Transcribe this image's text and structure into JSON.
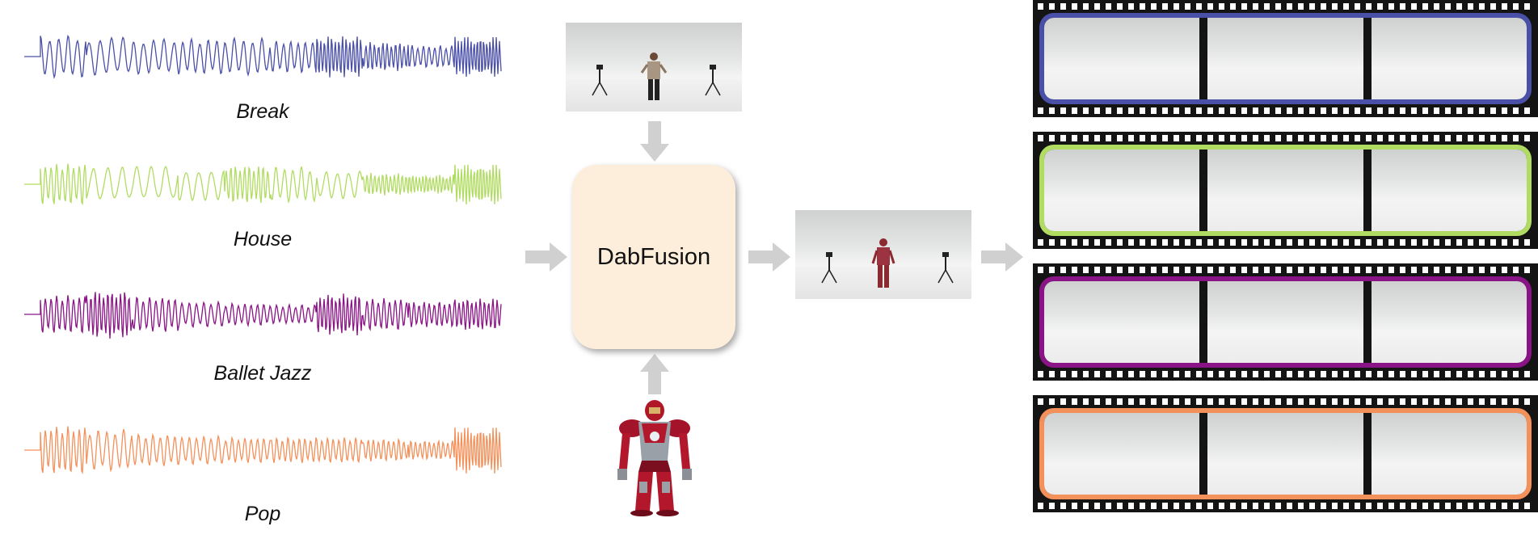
{
  "waveforms": [
    {
      "label": "Break",
      "color": "#4a4fa8"
    },
    {
      "label": "House",
      "color": "#b1dc62"
    },
    {
      "label": "Ballet Jazz",
      "color": "#8a1486"
    },
    {
      "label": "Pop",
      "color": "#f4915b"
    }
  ],
  "model": {
    "label": "DabFusion"
  },
  "colors": {
    "arrow": "#d0d0d0",
    "box_fill": "#fdeedb",
    "film": "#141414"
  },
  "icons": {
    "input_scene": "dancer-scene-image",
    "character": "armored-robot-figure",
    "output_scene": "robot-in-studio-image",
    "film_strip": "film-strip"
  }
}
